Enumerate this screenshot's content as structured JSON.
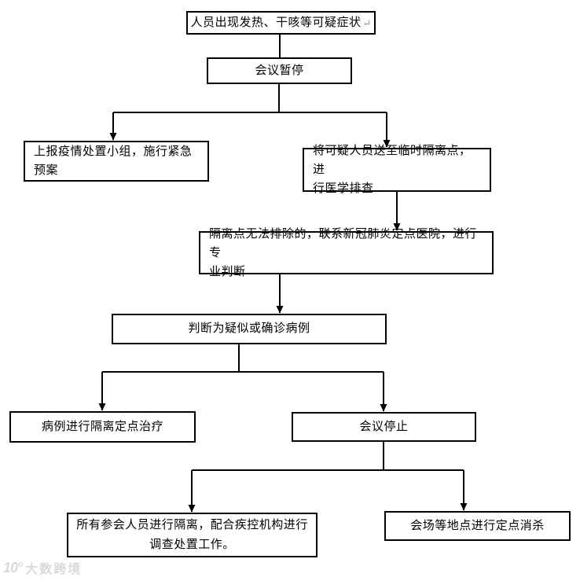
{
  "page": {
    "background": "#ffffff",
    "line_color": "#000000",
    "box_border_color": "#000000"
  },
  "diagram": {
    "type": "flowchart",
    "nodes": {
      "symptom": {
        "text": "人员出现发热、干咳等可疑症状",
        "return_mark": "↵"
      },
      "pause": {
        "text": "会议暂停"
      },
      "report": {
        "text": "上报疫情处置小组，施行紧急\n预案"
      },
      "isolate": {
        "text": "将可疑人员送至临时隔离点，进\n行医学排查"
      },
      "hospital": {
        "text": "隔离点无法排除的，联系新冠肺炎定点医院，进行专\n业判断"
      },
      "diagnose": {
        "text": "判断为疑似或确诊病例"
      },
      "treatment": {
        "text": "病例进行隔离定点治疗"
      },
      "stop": {
        "text": "会议停止"
      },
      "quarantine": {
        "text": "所有参会人员进行隔离，配合疾控机构进行\n调查处置工作。"
      },
      "disinfect": {
        "text": "会场等地点进行定点消杀"
      }
    },
    "edges": [
      {
        "from": "symptom",
        "to": "pause"
      },
      {
        "from": "pause",
        "to": "report"
      },
      {
        "from": "pause",
        "to": "isolate"
      },
      {
        "from": "isolate",
        "to": "hospital"
      },
      {
        "from": "hospital",
        "to": "diagnose"
      },
      {
        "from": "diagnose",
        "to": "treatment"
      },
      {
        "from": "diagnose",
        "to": "stop"
      },
      {
        "from": "stop",
        "to": "quarantine"
      },
      {
        "from": "stop",
        "to": "disinfect"
      }
    ]
  },
  "watermark": {
    "logo": "10°",
    "text": "大数跨境"
  }
}
